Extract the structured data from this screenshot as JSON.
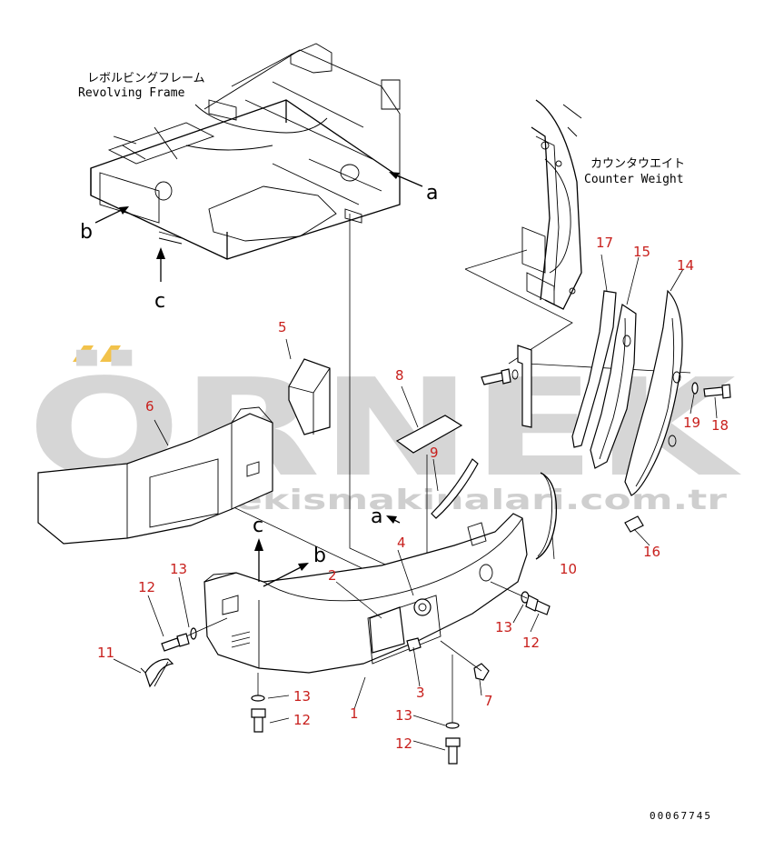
{
  "labels": {
    "revolving_frame_jp": "レボルビングフレーム",
    "revolving_frame_en": "Revolving Frame",
    "counter_weight_jp": "カウンタウエイト",
    "counter_weight_en": "Counter Weight",
    "view_a": "a",
    "view_b": "b",
    "view_c": "c",
    "view_a2": "a",
    "view_b2": "b",
    "view_c2": "c"
  },
  "watermark": {
    "brand": "ÖRNEK",
    "url": "www.ornekismakinalari.com.tr"
  },
  "part_numbers": {
    "p1": "1",
    "p2": "2",
    "p3": "3",
    "p4": "4",
    "p5": "5",
    "p6": "6",
    "p7": "7",
    "p8": "8",
    "p9": "9",
    "p10": "10",
    "p11": "11",
    "p12a": "12",
    "p12b": "12",
    "p12c": "12",
    "p12d": "12",
    "p13a": "13",
    "p13b": "13",
    "p13c": "13",
    "p13d": "13",
    "p14": "14",
    "p15": "15",
    "p16": "16",
    "p17": "17",
    "p18": "18",
    "p19": "19"
  },
  "drawing_number": "00067745",
  "colors": {
    "callout": "#c8201d",
    "watermark": "#d6d6d6",
    "accent": "#f2c24a"
  }
}
